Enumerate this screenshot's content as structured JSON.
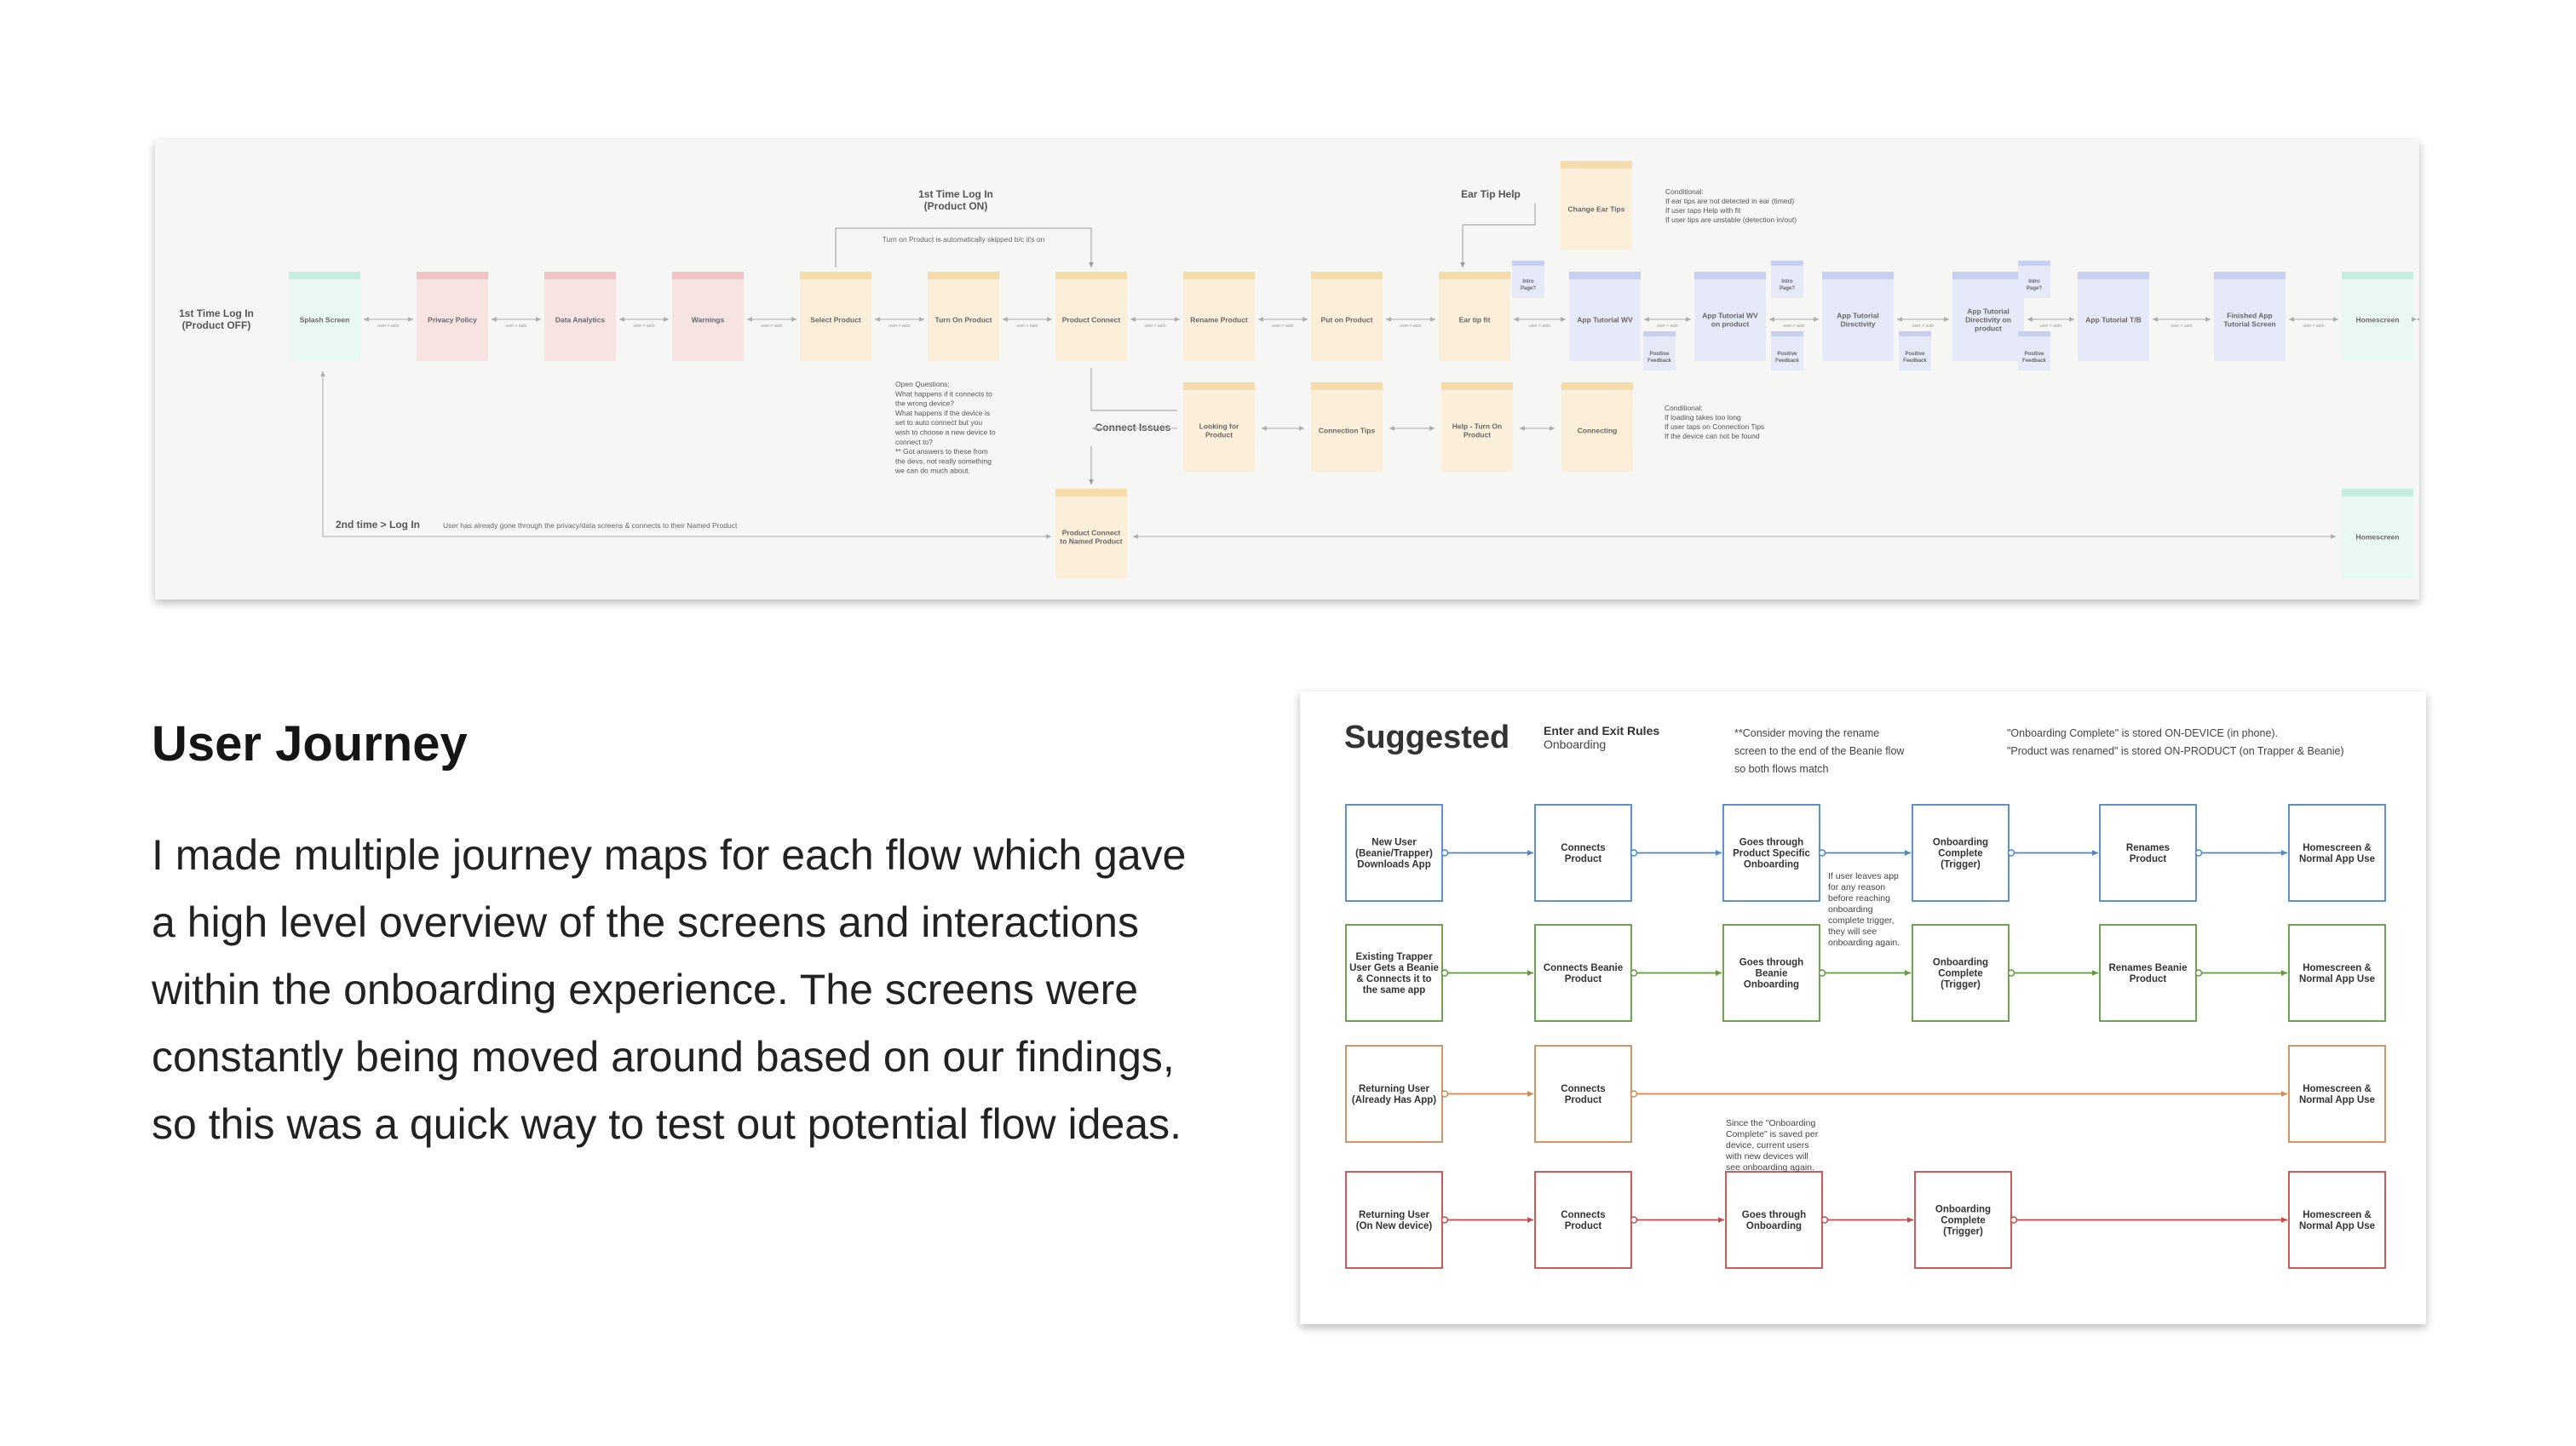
{
  "colors": {
    "mint": "#e9f8f1",
    "mint_top": "#c7ece0",
    "pink": "#f8e3e3",
    "pink_top": "#f2c4c6",
    "peach": "#fcefd9",
    "peach_top": "#f6dcab",
    "lav": "#e6e9f8",
    "lav_top": "#c8d0f2",
    "blue": "#4a86c8",
    "green": "#5f9a3c",
    "orange": "#cd8a55",
    "red": "#c94848"
  },
  "section": {
    "title": "User Journey",
    "body": "I made multiple journey maps for each flow which gave a high level overview of the screens and interactions within the onboarding experience. The screens were constantly being moved around based on our findings, so this was a quick way to test out potential flow ideas."
  },
  "map1": {
    "row_label": [
      "1st Time Log In",
      "(Product OFF)"
    ],
    "top_label": [
      "1st Time Log In",
      "(Product ON)"
    ],
    "skip_note": "Turn on Product is automatically skipped b/c it's on",
    "ear_tip_help": "Ear Tip Help",
    "change_ear_tips": "Change Ear Tips",
    "conditional1": [
      "Conditional:",
      "If ear tips are not detected in ear (timed)",
      "If user taps Help with fit",
      "If user tips are unstable (detection in/out)"
    ],
    "edge_label": "user > auto",
    "screens": [
      {
        "label": [
          "Splash Screen"
        ],
        "color": "mint"
      },
      {
        "label": [
          "Privacy Policy"
        ],
        "color": "pink"
      },
      {
        "label": [
          "Data Analytics"
        ],
        "color": "pink"
      },
      {
        "label": [
          "Warnings"
        ],
        "color": "pink"
      },
      {
        "label": [
          "Select Product"
        ],
        "color": "peach"
      },
      {
        "label": [
          "Turn On Product"
        ],
        "color": "peach"
      },
      {
        "label": [
          "Product Connect"
        ],
        "color": "peach"
      },
      {
        "label": [
          "Rename Product"
        ],
        "color": "peach"
      },
      {
        "label": [
          "Put on Product"
        ],
        "color": "peach"
      },
      {
        "label": [
          "Ear tip fit"
        ],
        "color": "peach"
      },
      {
        "label": [
          "App Tutorial WV"
        ],
        "color": "lav"
      },
      {
        "label": [
          "App Tutorial WV",
          "on product"
        ],
        "color": "lav"
      },
      {
        "label": [
          "App Tutorial",
          "Directivity"
        ],
        "color": "lav"
      },
      {
        "label": [
          "App Tutorial",
          "Directivity on",
          "product"
        ],
        "color": "lav"
      },
      {
        "label": [
          "App Tutorial T/B"
        ],
        "color": "lav"
      },
      {
        "label": [
          "Finished App",
          "Tutorial Screen"
        ],
        "color": "lav"
      },
      {
        "label": [
          "Homescreen"
        ],
        "color": "mint"
      }
    ],
    "info_page": [
      "Intro",
      "Page?"
    ],
    "positive_feedback": [
      "Positive",
      "Feedback"
    ],
    "connect_issues": "Connect Issues",
    "issue_screens": [
      {
        "label": [
          "Looking for",
          "Product"
        ]
      },
      {
        "label": [
          "Connection Tips"
        ]
      },
      {
        "label": [
          "Help - Turn On",
          "Product"
        ]
      },
      {
        "label": [
          "Connecting"
        ]
      }
    ],
    "open_questions": [
      "Open Questions:",
      "What happens if it connects to",
      "the wrong device?",
      "",
      "What happens if the device is",
      "set to auto connect but you",
      "wish to choose a new device to",
      "connect to?",
      "",
      "** Got answers to these from",
      "the devs, not really something",
      "we can do much about."
    ],
    "conditional2": [
      "Conditional:",
      "If loading takes too long",
      "If user taps on Connection Tips",
      "If the device can not be found"
    ],
    "second_time": "2nd time > Log In",
    "second_note": "User has already gone through the privacy/data screens & connects to their Named Product",
    "named_connect": [
      "Product Connect",
      "to Named Product"
    ],
    "homescreen": "Homescreen"
  },
  "map2": {
    "title": "Suggested",
    "rules_title": "Enter and Exit Rules",
    "rules_sub": "Onboarding",
    "note1": [
      "**Consider moving the rename",
      "screen to the end of the Beanie flow",
      "so both flows match"
    ],
    "note2": [
      "\"Onboarding Complete\" is stored ON-DEVICE (in phone).",
      "\"Product was renamed\" is stored ON-PRODUCT (on Trapper & Beanie)"
    ],
    "note3": [
      "If user leaves app",
      "for any reason",
      "before reaching",
      "onboarding",
      "complete trigger,",
      "they will see",
      "onboarding again."
    ],
    "note4": [
      "Since the \"Onboarding",
      "Complete\" is saved per",
      "device, current users",
      "with new devices will",
      "see onboarding again."
    ],
    "rows": [
      {
        "color": "blue",
        "boxes": [
          {
            "col": 0,
            "label": [
              "New User",
              "(Beanie/Trapper)",
              "Downloads App"
            ]
          },
          {
            "col": 1,
            "label": [
              "Connects",
              "Product"
            ]
          },
          {
            "col": 2,
            "label": [
              "Goes through",
              "Product Specific",
              "Onboarding"
            ]
          },
          {
            "col": 3,
            "label": [
              "Onboarding",
              "Complete",
              "(Trigger)"
            ]
          },
          {
            "col": 4,
            "label": [
              "Renames",
              "Product"
            ]
          },
          {
            "col": 5,
            "label": [
              "Homescreen &",
              "Normal App Use"
            ]
          }
        ]
      },
      {
        "color": "green",
        "boxes": [
          {
            "col": 0,
            "label": [
              "Existing Trapper",
              "User Gets a Beanie",
              "& Connects it to",
              "the same app"
            ]
          },
          {
            "col": 1,
            "label": [
              "Connects Beanie",
              "Product"
            ]
          },
          {
            "col": 2,
            "label": [
              "Goes through",
              "Beanie",
              "Onboarding"
            ]
          },
          {
            "col": 3,
            "label": [
              "Onboarding",
              "Complete",
              "(Trigger)"
            ]
          },
          {
            "col": 4,
            "label": [
              "Renames Beanie",
              "Product"
            ]
          },
          {
            "col": 5,
            "label": [
              "Homescreen &",
              "Normal App Use"
            ]
          }
        ]
      },
      {
        "color": "orange",
        "boxes": [
          {
            "col": 0,
            "label": [
              "Returning User",
              "(Already Has App)"
            ]
          },
          {
            "col": 1,
            "label": [
              "Connects",
              "Product"
            ]
          },
          {
            "col": 5,
            "label": [
              "Homescreen &",
              "Normal App Use"
            ]
          }
        ]
      },
      {
        "color": "red",
        "boxes": [
          {
            "col": 0,
            "label": [
              "Returning User",
              "(On New device)"
            ]
          },
          {
            "col": 1,
            "label": [
              "Connects",
              "Product"
            ]
          },
          {
            "col": 2,
            "label": [
              "Goes through",
              "Onboarding"
            ]
          },
          {
            "col": 3,
            "label": [
              "Onboarding",
              "Complete",
              "(Trigger)"
            ]
          },
          {
            "col": 5,
            "label": [
              "Homescreen &",
              "Normal App Use"
            ]
          }
        ]
      }
    ]
  }
}
